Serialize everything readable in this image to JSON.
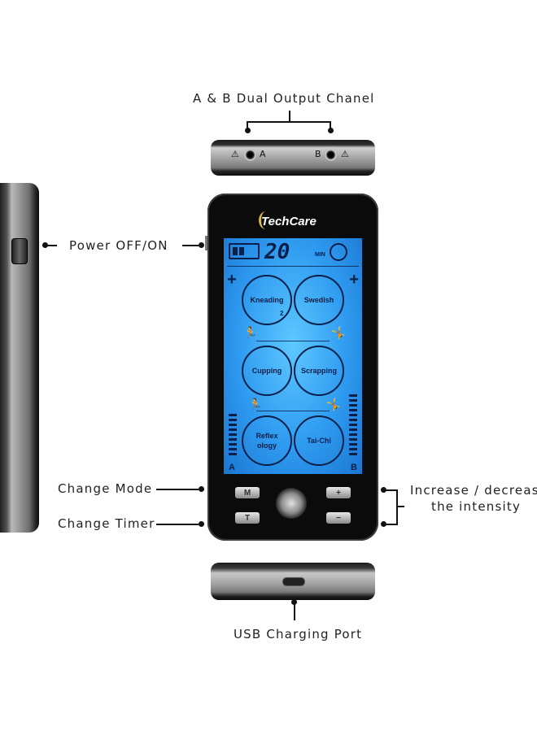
{
  "labels": {
    "dual_output": "A & B Dual Output Chanel",
    "power": "Power OFF/ON",
    "change_mode": "Change Mode",
    "change_timer": "Change Timer",
    "intensity_line1": "Increase / decrease",
    "intensity_line2": "the intensity",
    "usb": "USB Charging Port"
  },
  "top_view": {
    "jack_a": "A",
    "jack_b": "B"
  },
  "device": {
    "brand": "TechCare",
    "timer": "20",
    "timer_unit": "MIN",
    "plus_left": "+",
    "plus_right": "+",
    "modes": [
      {
        "label1": "Kneading",
        "label2": ""
      },
      {
        "label1": "Swedish",
        "label2": ""
      },
      {
        "label1": "Cupping",
        "label2": ""
      },
      {
        "label1": "Scrapping",
        "label2": ""
      },
      {
        "label1": "Reflex",
        "label2": "ology"
      },
      {
        "label1": "Tai-Chi",
        "label2": ""
      }
    ],
    "mode_number": "2",
    "channel_a": "A",
    "channel_b": "B",
    "buttons": {
      "mode": "M",
      "timer": "T",
      "plus": "+",
      "minus": "−"
    }
  }
}
